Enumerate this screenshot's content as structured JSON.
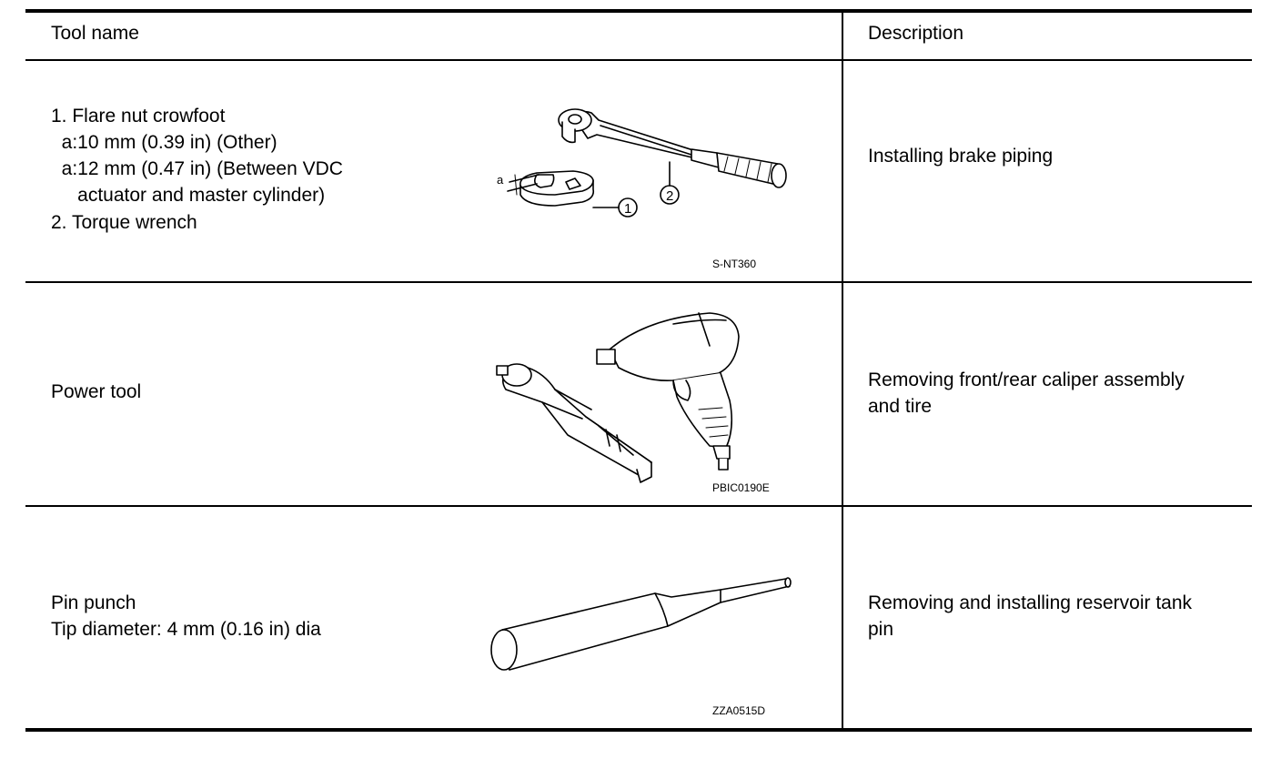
{
  "header": {
    "tool_name": "Tool name",
    "description": "Description"
  },
  "rows": [
    {
      "tool_lines": [
        "1. Flare nut crowfoot",
        "  a:10 mm (0.39 in) (Other)",
        "  a:12 mm (0.47 in) (Between VDC",
        "     actuator and master cylinder)",
        "2. Torque wrench"
      ],
      "figure_code": "S-NT360",
      "figure_labels": {
        "dim": "a",
        "callout_1": "1",
        "callout_2": "2"
      },
      "description": "Installing brake piping"
    },
    {
      "tool_lines": [
        "Power tool"
      ],
      "figure_code": "PBIC0190E",
      "description_lines": [
        "Removing front/rear caliper assembly",
        "and tire"
      ]
    },
    {
      "tool_lines": [
        "Pin punch",
        "Tip diameter: 4 mm (0.16 in) dia"
      ],
      "figure_code": "ZZA0515D",
      "description_lines": [
        "Removing and installing reservoir tank",
        "pin"
      ]
    }
  ]
}
